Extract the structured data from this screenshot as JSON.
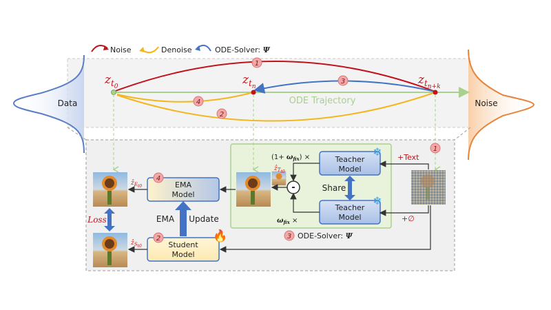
{
  "legend": {
    "noise": "Noise",
    "denoise": "Denoise",
    "ode_solver": "ODE-Solver: ",
    "psi": "Ψ"
  },
  "top": {
    "data_label": "Data",
    "noise_label": "Noise",
    "trajectory_label": "ODE Trajectory",
    "z_symbol": "z",
    "t_symbol": "t",
    "sub_0": "0",
    "sub_n": "n",
    "sub_nk": "n+k"
  },
  "badges": {
    "b1": "1",
    "b2": "2",
    "b3": "3",
    "b4": "4"
  },
  "bottom": {
    "ema_model": [
      "EMA",
      "Model"
    ],
    "student_model": [
      "Student",
      "Model"
    ],
    "teacher_model": [
      "Teacher",
      "Model"
    ],
    "share": "Share",
    "ema_update_a": "EMA",
    "ema_update_b": "Update",
    "loss": "Loss",
    "plus_text": "+Text",
    "plus_empty": "+∅",
    "weight_top_a": "(1+ ",
    "weight_top_b": "ω",
    "weight_top_c": "fix",
    "weight_top_d": ") ×",
    "weight_bottom_a": "ω",
    "weight_bottom_b": "fix",
    "weight_bottom_c": " ×",
    "minus": "-",
    "ode_solver": "ODE-Solver: ",
    "psi": "Ψ",
    "zhat": "ẑ",
    "sub_E": "E",
    "sub_S": "S",
    "sub_T": "T",
    "sub_t0": "t0"
  },
  "colors": {
    "noise_red": "#c0131b",
    "denoise_yellow": "#f3b61f",
    "ode_blue": "#4472c4",
    "trajectory_green": "#a9d08e",
    "data_blue": "#5b7fc6",
    "noise_orange": "#e8833a",
    "badge_pink": "#f4a7a7",
    "green_panel": "#e9f3dc",
    "teacher_blue": "#b4c7e7",
    "student_yellow": "#fff2cc",
    "dark_blue": "#4472c4"
  }
}
